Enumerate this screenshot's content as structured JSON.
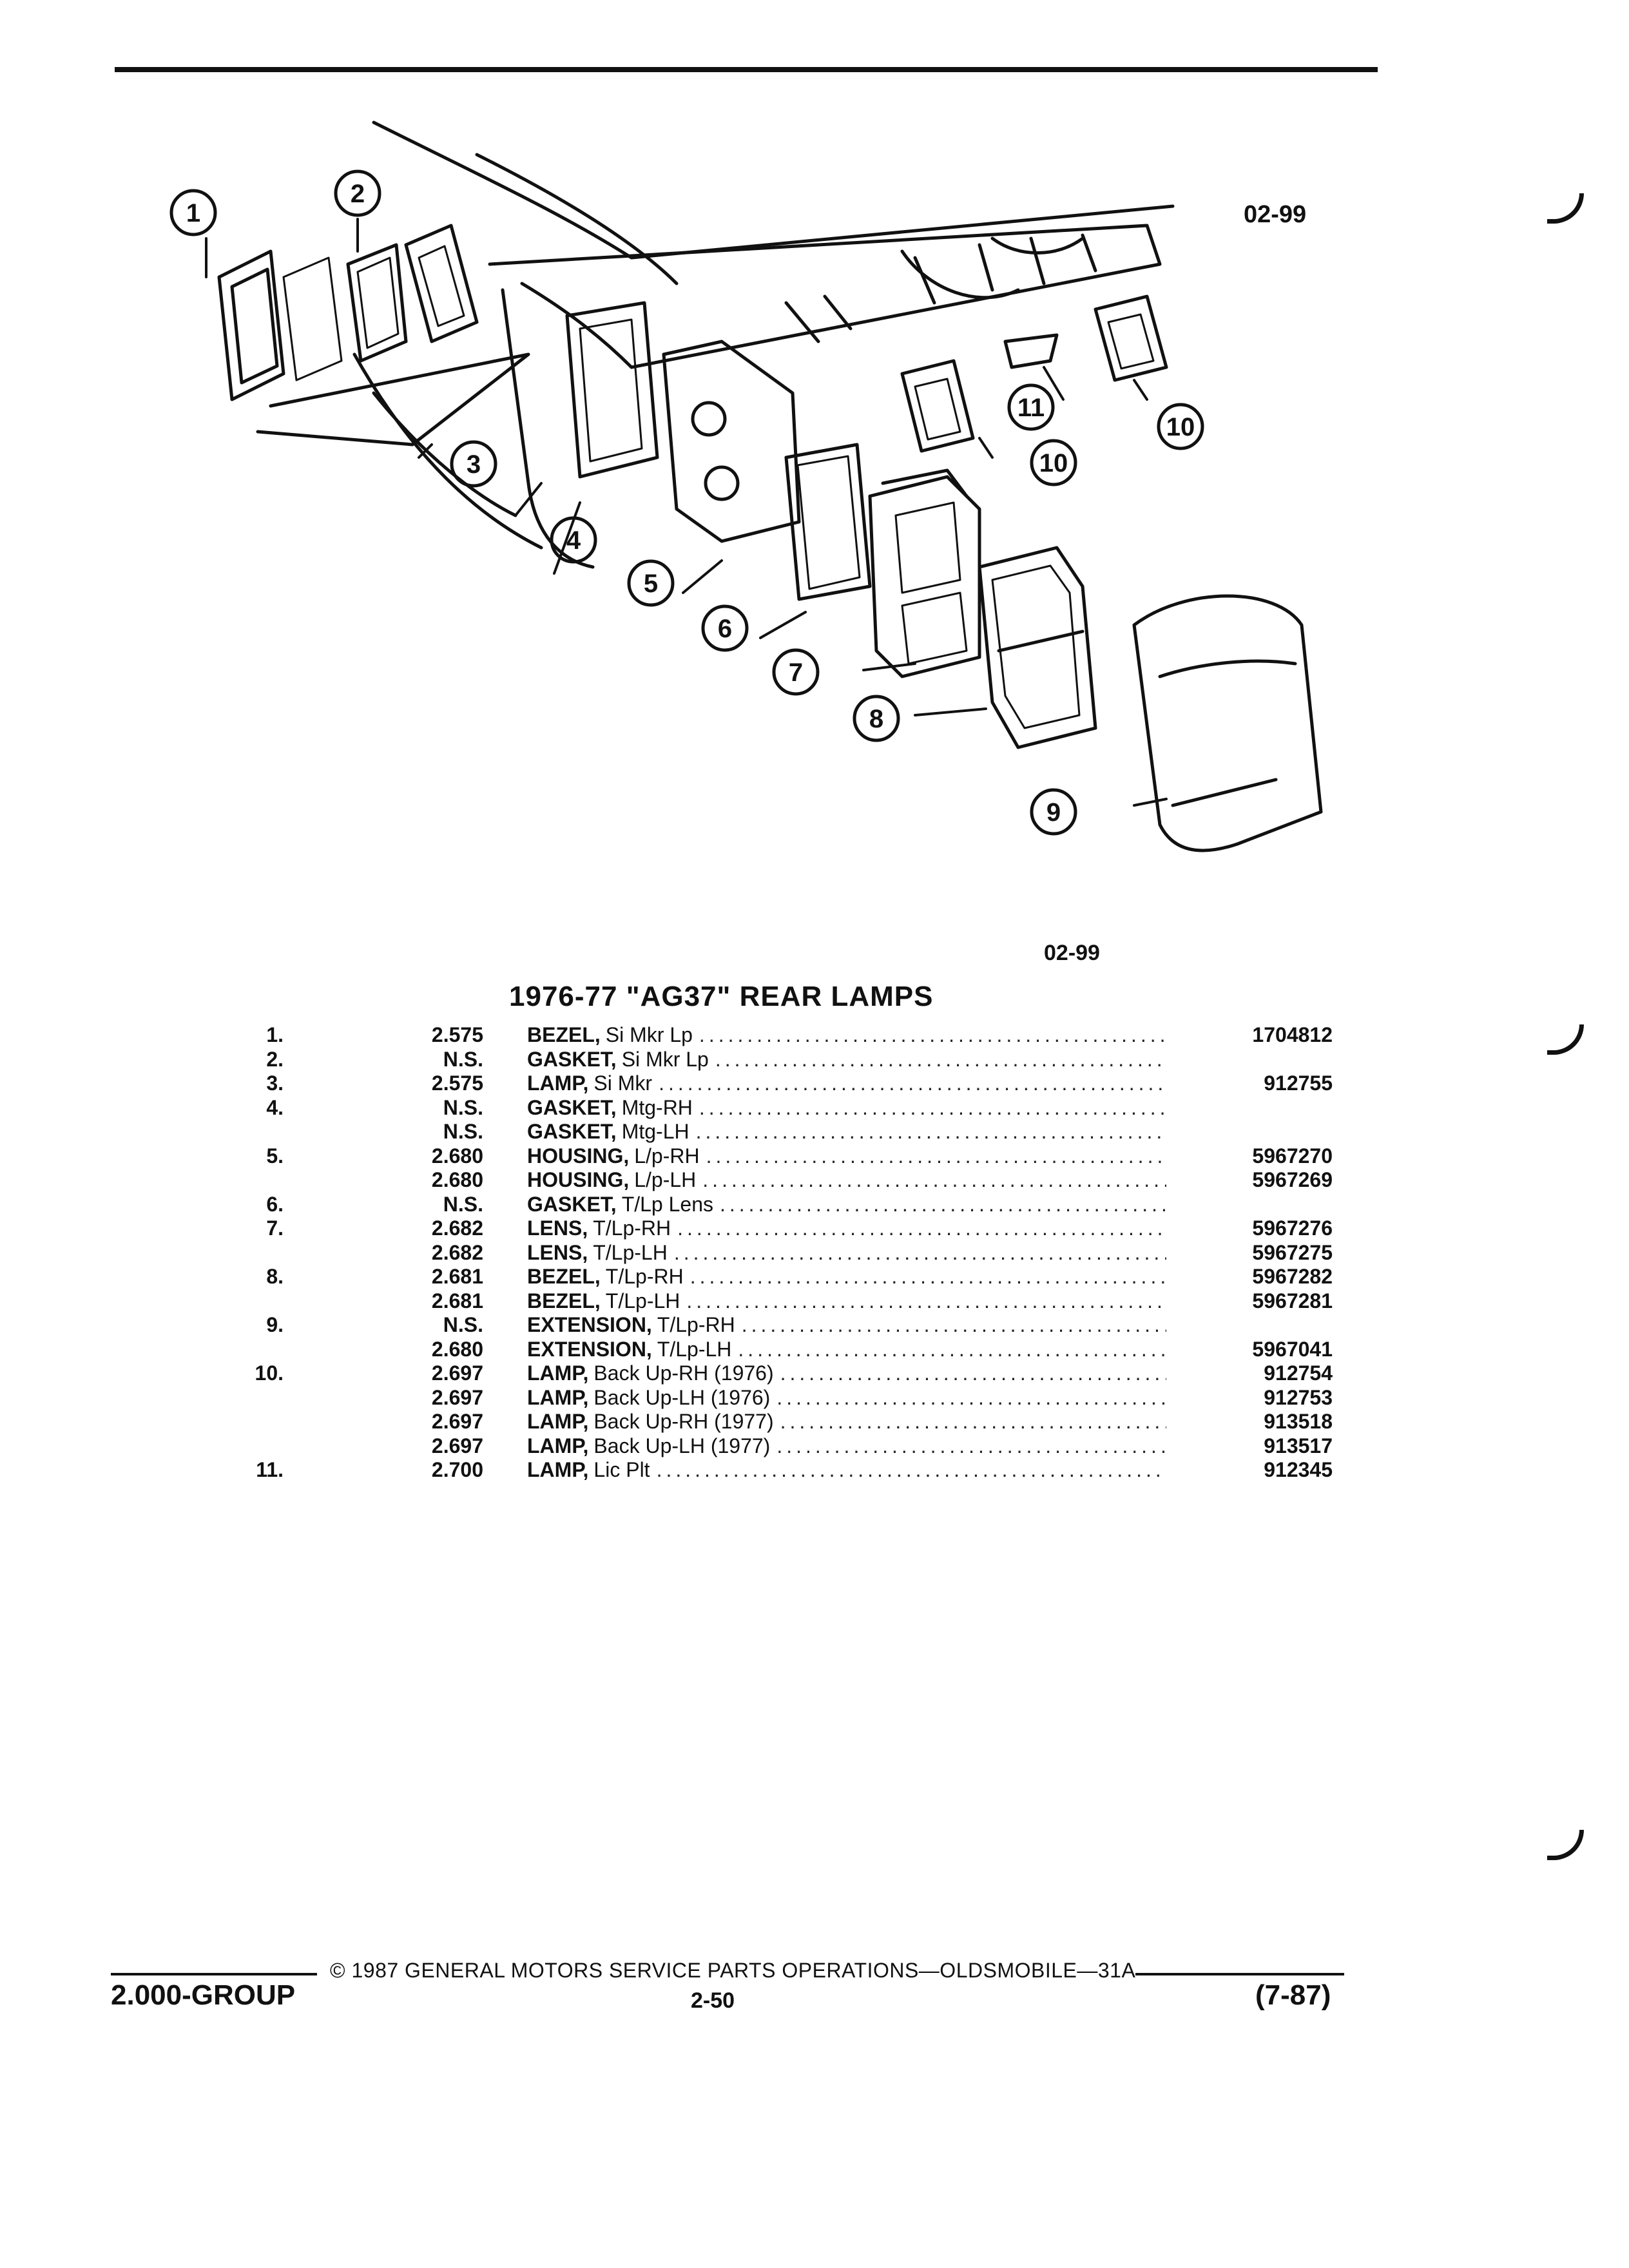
{
  "header": {
    "illustration_code_top": "02-99",
    "illustration_code_bottom": "02-99"
  },
  "section_title": "1976-77 \"AG37\" REAR LAMPS",
  "callouts": [
    "1",
    "2",
    "3",
    "4",
    "5",
    "6",
    "7",
    "8",
    "9",
    "10",
    "10",
    "11"
  ],
  "parts": [
    {
      "no": "1.",
      "group": "2.575",
      "name": "BEZEL,",
      "spec": "Si Mkr Lp",
      "part": "1704812"
    },
    {
      "no": "2.",
      "group": "N.S.",
      "name": "GASKET,",
      "spec": "Si Mkr Lp",
      "part": ""
    },
    {
      "no": "3.",
      "group": "2.575",
      "name": "LAMP,",
      "spec": "Si Mkr",
      "part": "912755"
    },
    {
      "no": "4.",
      "group": "N.S.",
      "name": "GASKET,",
      "spec": "Mtg-RH",
      "part": ""
    },
    {
      "no": "",
      "group": "N.S.",
      "name": "GASKET,",
      "spec": "Mtg-LH",
      "part": ""
    },
    {
      "no": "5.",
      "group": "2.680",
      "name": "HOUSING,",
      "spec": "L/p-RH",
      "part": "5967270"
    },
    {
      "no": "",
      "group": "2.680",
      "name": "HOUSING,",
      "spec": "L/p-LH",
      "part": "5967269"
    },
    {
      "no": "6.",
      "group": "N.S.",
      "name": "GASKET,",
      "spec": "T/Lp Lens",
      "part": ""
    },
    {
      "no": "7.",
      "group": "2.682",
      "name": "LENS,",
      "spec": "T/Lp-RH",
      "part": "5967276"
    },
    {
      "no": "",
      "group": "2.682",
      "name": "LENS,",
      "spec": "T/Lp-LH",
      "part": "5967275"
    },
    {
      "no": "8.",
      "group": "2.681",
      "name": "BEZEL,",
      "spec": "T/Lp-RH",
      "part": "5967282"
    },
    {
      "no": "",
      "group": "2.681",
      "name": "BEZEL,",
      "spec": "T/Lp-LH",
      "part": "5967281"
    },
    {
      "no": "9.",
      "group": "N.S.",
      "name": "EXTENSION,",
      "spec": "T/Lp-RH",
      "part": ""
    },
    {
      "no": "",
      "group": "2.680",
      "name": "EXTENSION,",
      "spec": "T/Lp-LH",
      "part": "5967041"
    },
    {
      "no": "10.",
      "group": "2.697",
      "name": "LAMP,",
      "spec": "Back Up-RH (1976)",
      "part": "912754"
    },
    {
      "no": "",
      "group": "2.697",
      "name": "LAMP,",
      "spec": "Back Up-LH (1976)",
      "part": "912753"
    },
    {
      "no": "",
      "group": "2.697",
      "name": "LAMP,",
      "spec": "Back Up-RH (1977)",
      "part": "913518"
    },
    {
      "no": "",
      "group": "2.697",
      "name": "LAMP,",
      "spec": "Back Up-LH (1977)",
      "part": "913517"
    },
    {
      "no": "11.",
      "group": "2.700",
      "name": "LAMP,",
      "spec": "Lic Plt",
      "part": "912345"
    }
  ],
  "footer": {
    "copyright": "© 1987 GENERAL MOTORS SERVICE PARTS OPERATIONS—OLDSMOBILE—31A",
    "group_label": "2.000-GROUP",
    "page_number": "2-50",
    "revision": "(7-87)"
  }
}
